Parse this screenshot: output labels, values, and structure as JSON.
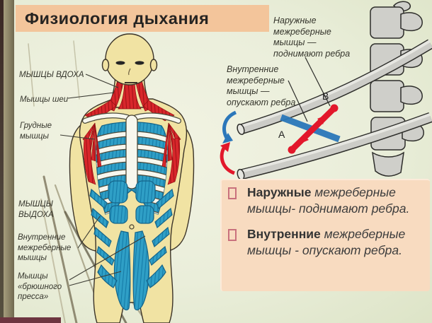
{
  "title": "Физиология дыхания",
  "left_labels": {
    "inhale": "МЫШЦЫ ВДОХА",
    "neck": "Мышцы шеи",
    "pectoral": [
      "Грудные",
      "мышцы"
    ],
    "exhale": [
      "МЫШЦЫ",
      "ВЫДОХА"
    ],
    "internal": [
      "Внутренние",
      "межреберные",
      "мышцы"
    ],
    "abs": [
      "Мышцы",
      "«брюшного",
      "пресса»"
    ]
  },
  "rib_diagram": {
    "external_label": [
      "Наружные",
      "межреберные",
      "мышцы —",
      "поднимают ребра"
    ],
    "internal_label": [
      "Внутренние",
      "межреберные",
      "мышцы —",
      "опускают ребра"
    ],
    "point_a": "A",
    "point_b": "B"
  },
  "summary": {
    "items": [
      {
        "bold": "Наружные",
        "rest": " межреберные мышцы- поднимают ребра."
      },
      {
        "bold": "Внутренние",
        "rest": " межреберные мышцы - опускают ребра."
      }
    ]
  },
  "colors": {
    "background": "#eaeeda",
    "title_banner": "#f3c59b",
    "summary_panel": "#f8dbc0",
    "muscle_red": "#d8262b",
    "muscle_blue": "#2f9fc6",
    "arrow_red": "#e2182b",
    "arrow_blue": "#2b77ba",
    "skin": "#f1e3a3",
    "bone_gray": "#ccccc7"
  }
}
